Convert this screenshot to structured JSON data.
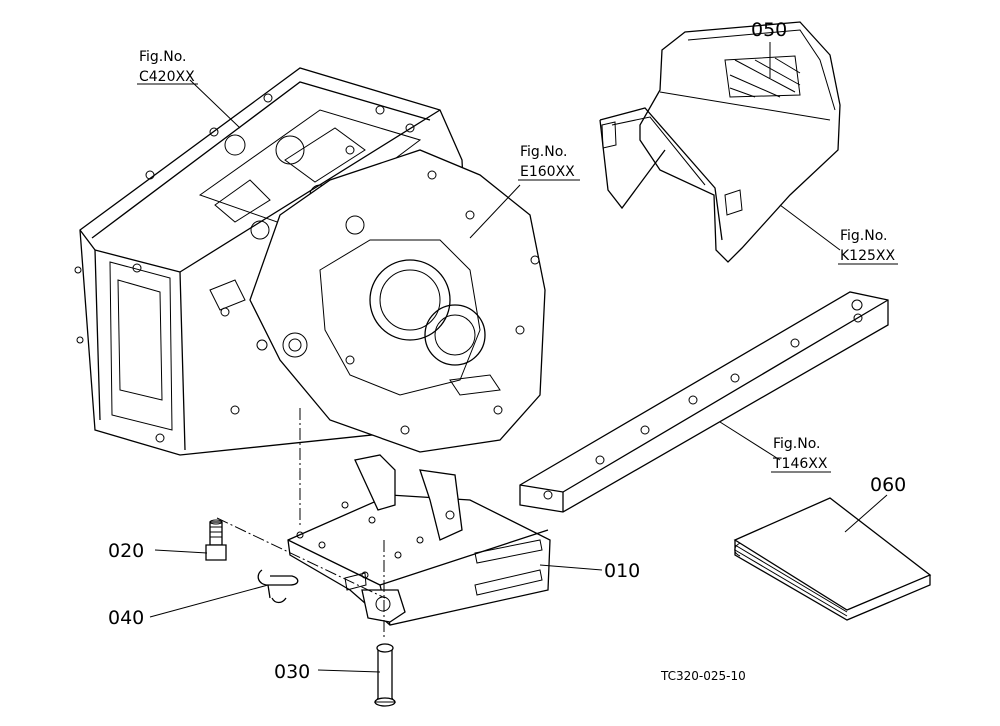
{
  "figure_refs": [
    {
      "fig": "Fig.No.",
      "code": "C420XX"
    },
    {
      "fig": "Fig.No.",
      "code": "E160XX"
    },
    {
      "fig": "Fig.No.",
      "code": "K125XX"
    },
    {
      "fig": "Fig.No.",
      "code": "T146XX"
    }
  ],
  "parts": [
    "050",
    "020",
    "040",
    "010",
    "060",
    "030"
  ],
  "drawing_code": "TC320-025-10"
}
